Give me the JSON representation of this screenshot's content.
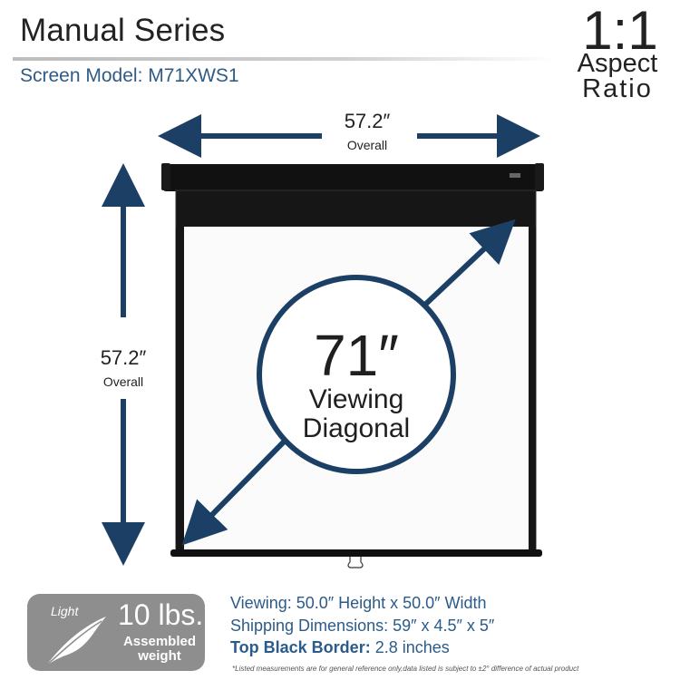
{
  "header": {
    "series_title": "Manual Series",
    "model_label": "Screen Model:",
    "model_value": "M71XWS1",
    "aspect_ratio": "1:1",
    "aspect_label_1": "Aspect",
    "aspect_label_2": "Ratio"
  },
  "dimensions": {
    "width_value": "57.2″",
    "width_caption": "Overall",
    "height_value": "57.2″",
    "height_caption": "Overall",
    "diagonal_value": "71″",
    "diagonal_line1": "Viewing",
    "diagonal_line2": "Diagonal"
  },
  "badge": {
    "light_label": "Light",
    "weight": "10 lbs.",
    "assembled_line1": "Assembled",
    "assembled_line2": "weight"
  },
  "specs": {
    "viewing": "Viewing: 50.0″ Height x 50.0″ Width",
    "shipping": "Shipping Dimensions: 59″ x 4.5″ x 5″",
    "border_label": "Top Black Border:",
    "border_value": " 2.8 inches"
  },
  "disclaimer": "*Listed measurements are for general reference only,data listed is subject to ±2° difference of actual product",
  "colors": {
    "arrow": "#1c3f66",
    "circle_border": "#1c3f66",
    "accent_text": "#2b5b8a",
    "badge_bg": "#8e8e8e",
    "screen_case": "#111111"
  },
  "icons": {
    "badge_icon": "feather-icon"
  }
}
